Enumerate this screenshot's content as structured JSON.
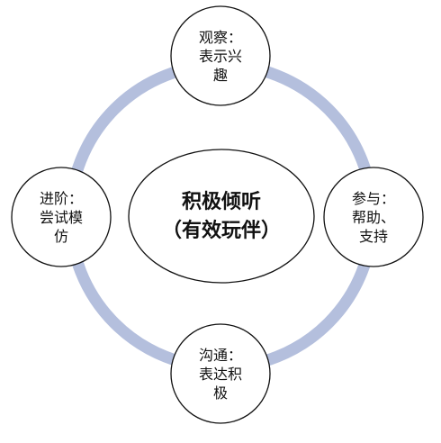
{
  "center": {
    "line1": "积极倾听",
    "line2": "（有效玩伴）"
  },
  "nodes": {
    "top": {
      "line1": "观察：",
      "line2": "表示兴",
      "line3": "趣"
    },
    "right": {
      "line1": "参与：",
      "line2": "帮助、",
      "line3": "支持"
    },
    "bottom": {
      "line1": "沟通：",
      "line2": "表达积",
      "line3": "极"
    },
    "left": {
      "line1": "进阶：",
      "line2": "尝试模",
      "line3": "仿"
    }
  },
  "colors": {
    "ring": "#b4bfdd",
    "stroke": "#111111",
    "fill": "#ffffff"
  }
}
